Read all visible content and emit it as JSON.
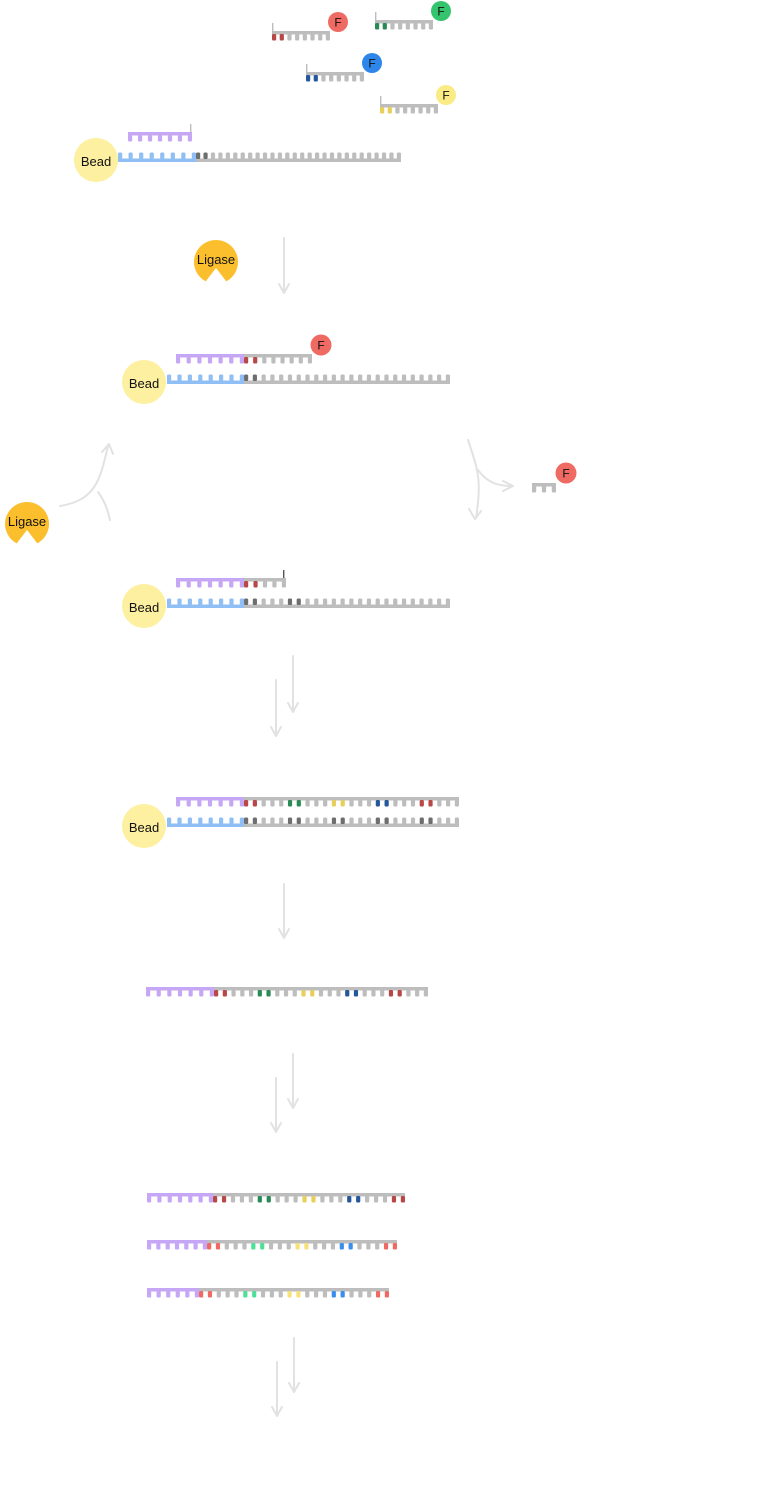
{
  "labels": {
    "bead": "Bead",
    "ligase": "Ligase",
    "fluor": "F"
  },
  "colors": {
    "backbone": "#bdbdbd",
    "primer": "#c6a7f5",
    "adapter": "#90bff5",
    "bead": "#fdf0a0",
    "ligase": "#fbbf2e",
    "arrow": "#e2e2e2",
    "template_base": "#6e6e6e",
    "dark_red": "#b84747",
    "dark_green": "#2a8a55",
    "dark_blue": "#25589a",
    "dark_yellow": "#e8cf5a",
    "light_red": "#f06a64",
    "light_green": "#4fe098",
    "light_blue": "#3b8ef0",
    "light_yellow": "#f7e27a",
    "fluor_red": "#f06a64",
    "fluor_green": "#34c46e",
    "fluor_blue": "#2f86ea",
    "fluor_yellow": "#faeb84",
    "text": "#111111"
  },
  "probes": [
    {
      "base_color": "dark_red",
      "fluor_color": "fluor_red"
    },
    {
      "base_color": "dark_green",
      "fluor_color": "fluor_green"
    },
    {
      "base_color": "dark_blue",
      "fluor_color": "fluor_blue"
    },
    {
      "base_color": "dark_yellow",
      "fluor_color": "fluor_yellow"
    }
  ],
  "cycle_pattern": [
    "dark_red",
    "dark_green",
    "dark_yellow",
    "dark_blue",
    "dark_red"
  ],
  "product_reads": [
    [
      "dark_red",
      "dark_green",
      "dark_yellow",
      "dark_blue",
      "dark_red"
    ],
    [
      "light_red",
      "light_green",
      "light_yellow",
      "light_blue",
      "light_red"
    ],
    [
      "light_red",
      "light_green",
      "light_yellow",
      "light_blue",
      "light_red"
    ]
  ]
}
